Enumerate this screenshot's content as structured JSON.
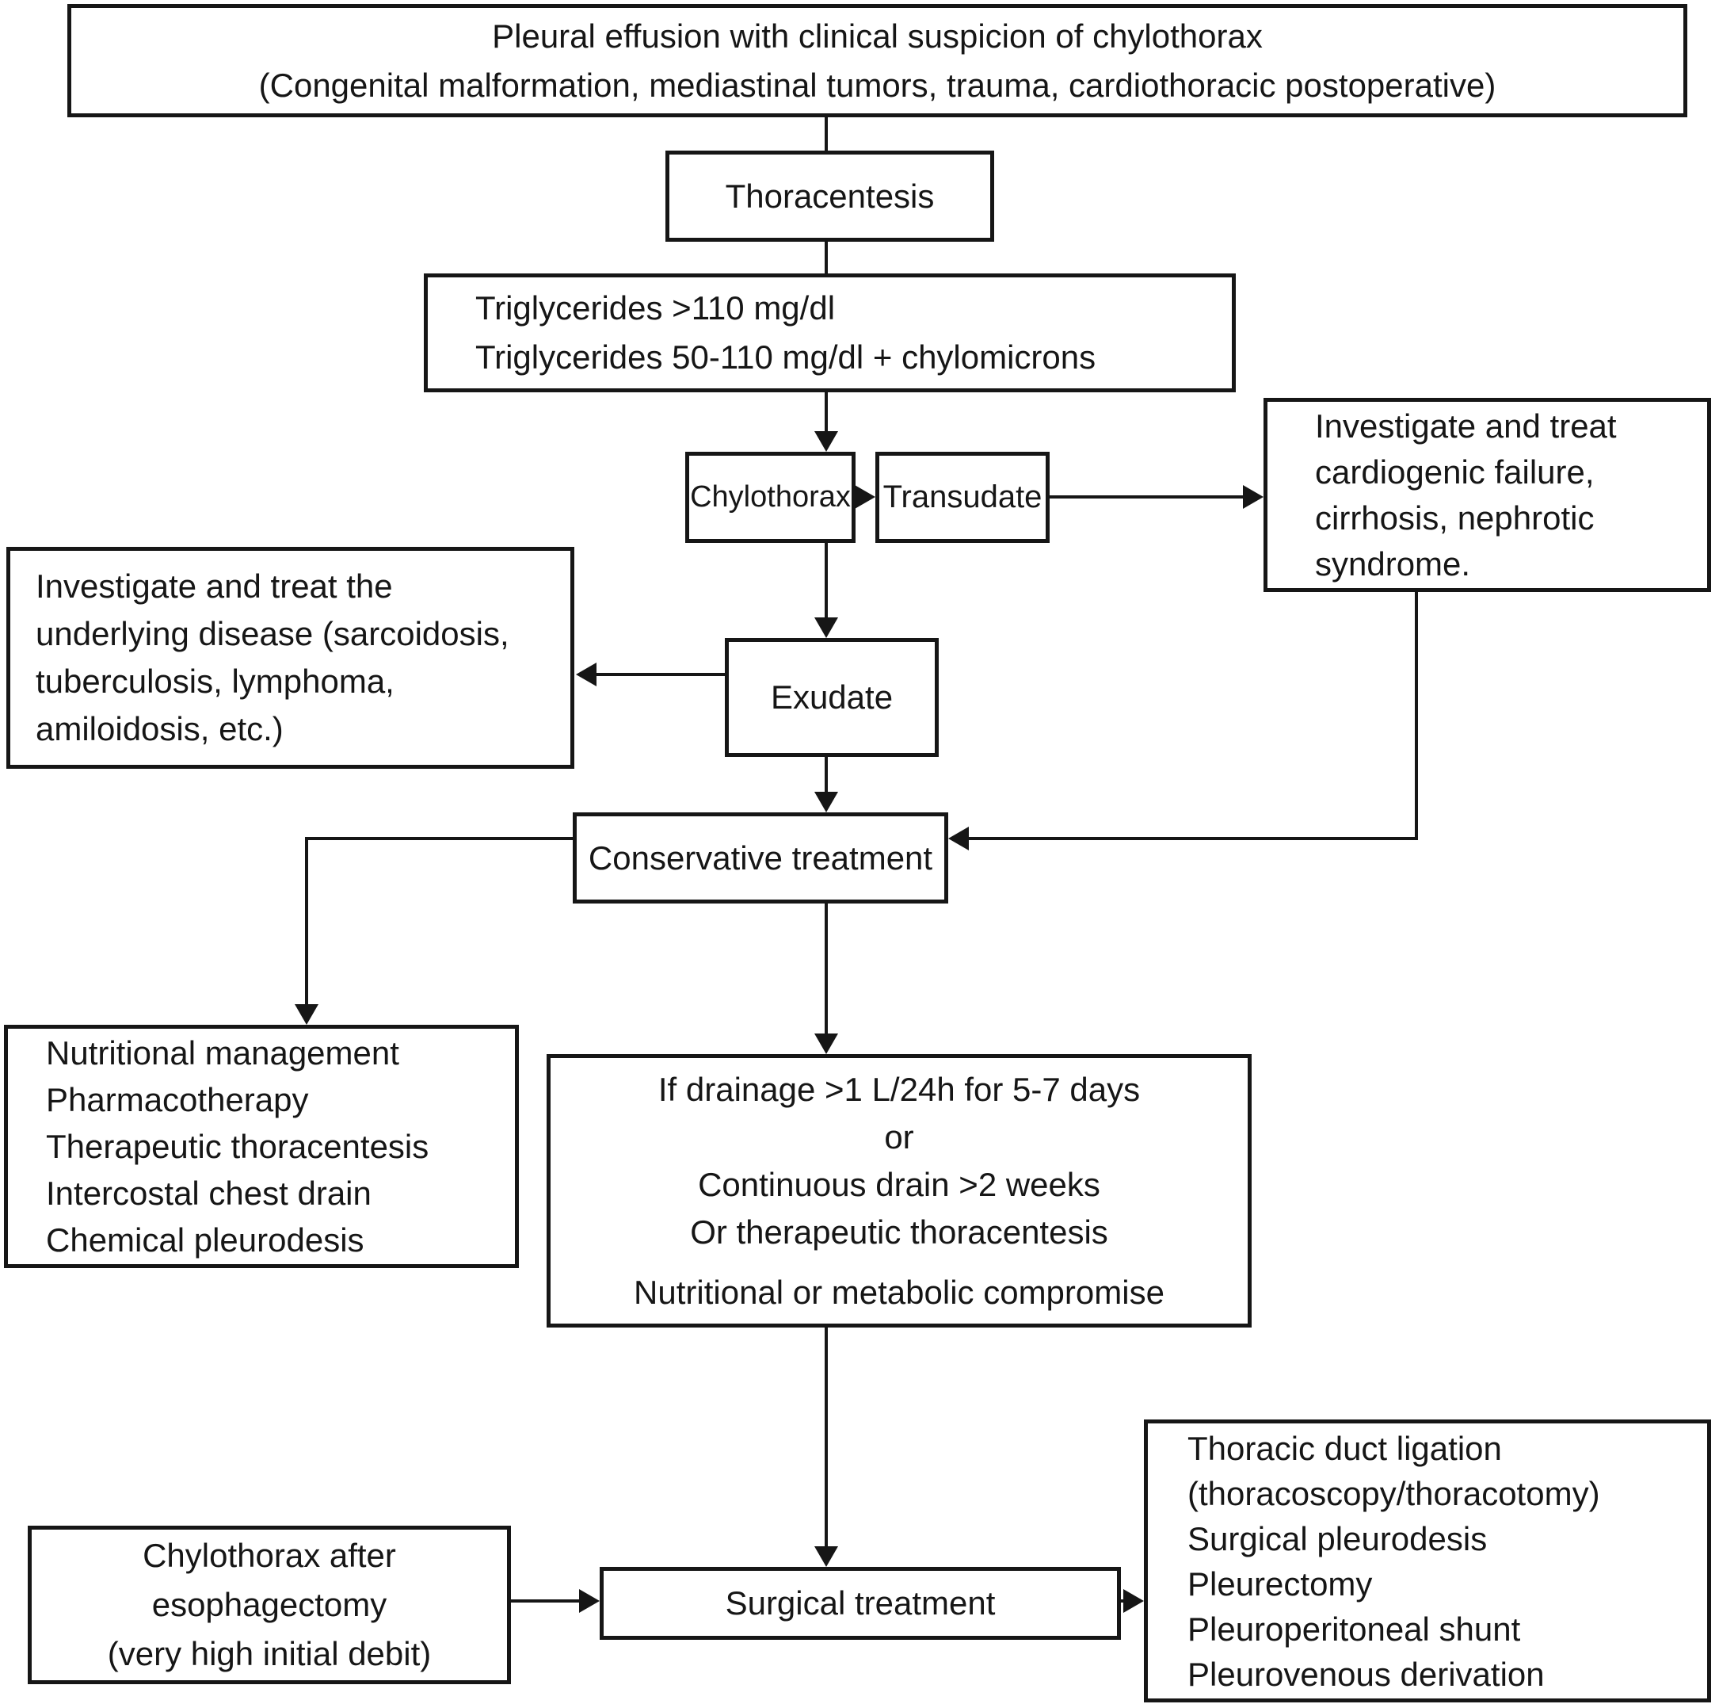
{
  "colors": {
    "ink": "#161616",
    "background": "#ffffff"
  },
  "nodes": {
    "pleural": {
      "lines": [
        "Pleural effusion with clinical suspicion of chylothorax",
        "(Congenital malformation, mediastinal tumors, trauma, cardiothoracic postoperative)"
      ]
    },
    "thoracentesis": {
      "label": "Thoracentesis"
    },
    "triglycerides": {
      "lines": [
        "Triglycerides >110 mg/dl",
        "Triglycerides 50-110 mg/dl + chylomicrons"
      ]
    },
    "chylothorax": {
      "label": "Chylothorax"
    },
    "transudate": {
      "label": "Transudate"
    },
    "cardiogenic": {
      "lines": [
        "Investigate and treat",
        "cardiogenic failure,",
        "cirrhosis, nephrotic",
        "syndrome."
      ]
    },
    "underlying": {
      "lines": [
        "Investigate and treat the",
        "underlying disease (sarcoidosis,",
        "tuberculosis, lymphoma,",
        "amiloidosis, etc.)"
      ]
    },
    "exudate": {
      "label": "Exudate"
    },
    "conservative": {
      "label": "Conservative treatment"
    },
    "nutritional": {
      "lines": [
        "Nutritional management",
        "Pharmacotherapy",
        "Therapeutic thoracentesis",
        "Intercostal chest drain",
        "Chemical pleurodesis"
      ]
    },
    "drainage": {
      "criteria": [
        "If drainage >1 L/24h for 5-7 days",
        "or",
        "Continuous drain >2 weeks",
        "Or therapeutic thoracentesis"
      ],
      "compromise": "Nutritional or metabolic compromise"
    },
    "esophagectomy": {
      "lines": [
        "Chylothorax after",
        "esophagectomy",
        "(very high initial debit)"
      ]
    },
    "surgical": {
      "label": "Surgical treatment"
    },
    "options": {
      "lines": [
        "Thoracic duct ligation",
        "(thoracoscopy/thoracotomy)",
        "Surgical pleurodesis",
        "Pleurectomy",
        "Pleuroperitoneal shunt",
        "Pleurovenous derivation"
      ]
    }
  }
}
